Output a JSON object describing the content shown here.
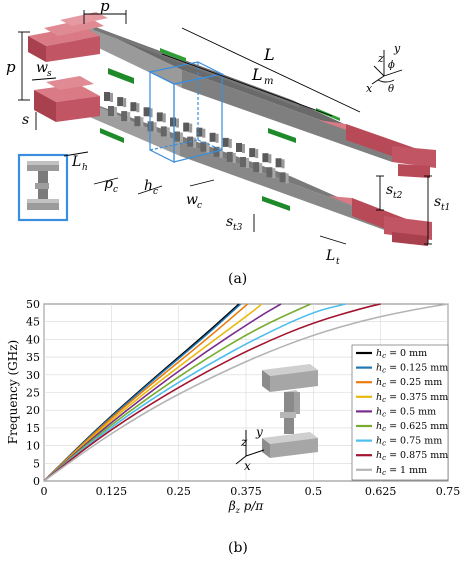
{
  "figure_a": {
    "labels": {
      "p_top": "p",
      "L": "L",
      "Lm": "L",
      "Lm_sub": "m",
      "p_left": "p",
      "ws": "w",
      "ws_sub": "s",
      "s": "s",
      "Lh": "L",
      "Lh_sub": "h",
      "pc": "p",
      "pc_sub": "c",
      "hc": "h",
      "hc_sub": "c",
      "wc": "w",
      "wc_sub": "c",
      "st1": "s",
      "st1_sub": "t1",
      "st2": "s",
      "st2_sub": "t2",
      "st3": "s",
      "st3_sub": "t3",
      "Lt": "L",
      "Lt_sub": "t",
      "ax_z": "z",
      "ax_y": "y",
      "ax_x": "x",
      "ax_phi": "ϕ",
      "ax_theta": "θ"
    },
    "caption": "(a)"
  },
  "figure_b": {
    "caption": "(b)",
    "inset_axes": {
      "z": "z",
      "y": "y",
      "x": "x"
    }
  },
  "chart_data": {
    "type": "line",
    "xlabel": "βz p/π",
    "xlabel_main": "β",
    "xlabel_sub": "z",
    "xlabel_rest": " p/π",
    "ylabel": "Frequency (GHz)",
    "xlim": [
      0,
      0.75
    ],
    "ylim": [
      0,
      50
    ],
    "xticks": [
      "0",
      "0.125",
      "0.25",
      "0.375",
      "0.5",
      "0.625",
      "0.75"
    ],
    "xtick_values": [
      0,
      0.125,
      0.25,
      0.375,
      0.5,
      0.625,
      0.75
    ],
    "yticks": [
      "0",
      "5",
      "10",
      "15",
      "20",
      "25",
      "30",
      "35",
      "40",
      "45",
      "50"
    ],
    "ytick_values": [
      0,
      5,
      10,
      15,
      20,
      25,
      30,
      35,
      40,
      45,
      50
    ],
    "grid": true,
    "legend_position": "right",
    "legend_var": "h",
    "legend_var_sub": "c",
    "series": [
      {
        "name": "= 0 mm",
        "color": "#000000",
        "x": [
          0,
          0.1,
          0.2,
          0.3,
          0.362
        ],
        "y": [
          0,
          15.0,
          28.5,
          41.5,
          50
        ]
      },
      {
        "name": "= 0.125 mm",
        "color": "#1f77b4",
        "x": [
          0,
          0.1,
          0.2,
          0.3,
          0.365
        ],
        "y": [
          0,
          14.8,
          28.2,
          41.0,
          50
        ]
      },
      {
        "name": "= 0.25 mm",
        "color": "#e87d0d",
        "x": [
          0,
          0.1,
          0.2,
          0.3,
          0.378
        ],
        "y": [
          0,
          14.5,
          27.5,
          39.8,
          50
        ]
      },
      {
        "name": "= 0.375 mm",
        "color": "#e8b90d",
        "x": [
          0,
          0.1,
          0.2,
          0.3,
          0.4,
          0.403
        ],
        "y": [
          0,
          14.0,
          26.5,
          38.0,
          49.3,
          50
        ]
      },
      {
        "name": "= 0.5 mm",
        "color": "#7b2d8e",
        "x": [
          0,
          0.1,
          0.2,
          0.3,
          0.4,
          0.44
        ],
        "y": [
          0,
          13.5,
          25.5,
          36.5,
          46.5,
          50
        ]
      },
      {
        "name": "= 0.625 mm",
        "color": "#77ac30",
        "x": [
          0,
          0.1,
          0.2,
          0.3,
          0.4,
          0.495
        ],
        "y": [
          0,
          13.0,
          24.3,
          34.5,
          43.5,
          50
        ]
      },
      {
        "name": "= 0.75 mm",
        "color": "#4dbeee",
        "x": [
          0,
          0.1,
          0.2,
          0.3,
          0.4,
          0.5,
          0.56
        ],
        "y": [
          0,
          12.5,
          23.2,
          32.5,
          40.8,
          47.8,
          50
        ]
      },
      {
        "name": "= 0.875 mm",
        "color": "#a2142f",
        "x": [
          0,
          0.1,
          0.2,
          0.3,
          0.4,
          0.5,
          0.6,
          0.625
        ],
        "y": [
          0,
          12.0,
          22.0,
          30.8,
          38.5,
          44.8,
          49.2,
          50
        ]
      },
      {
        "name": "= 1 mm",
        "color": "#b4b4b4",
        "x": [
          0,
          0.1,
          0.2,
          0.3,
          0.4,
          0.5,
          0.6,
          0.7,
          0.75
        ],
        "y": [
          0,
          11.0,
          20.5,
          28.5,
          35.5,
          41.3,
          45.7,
          48.8,
          50
        ]
      }
    ]
  }
}
